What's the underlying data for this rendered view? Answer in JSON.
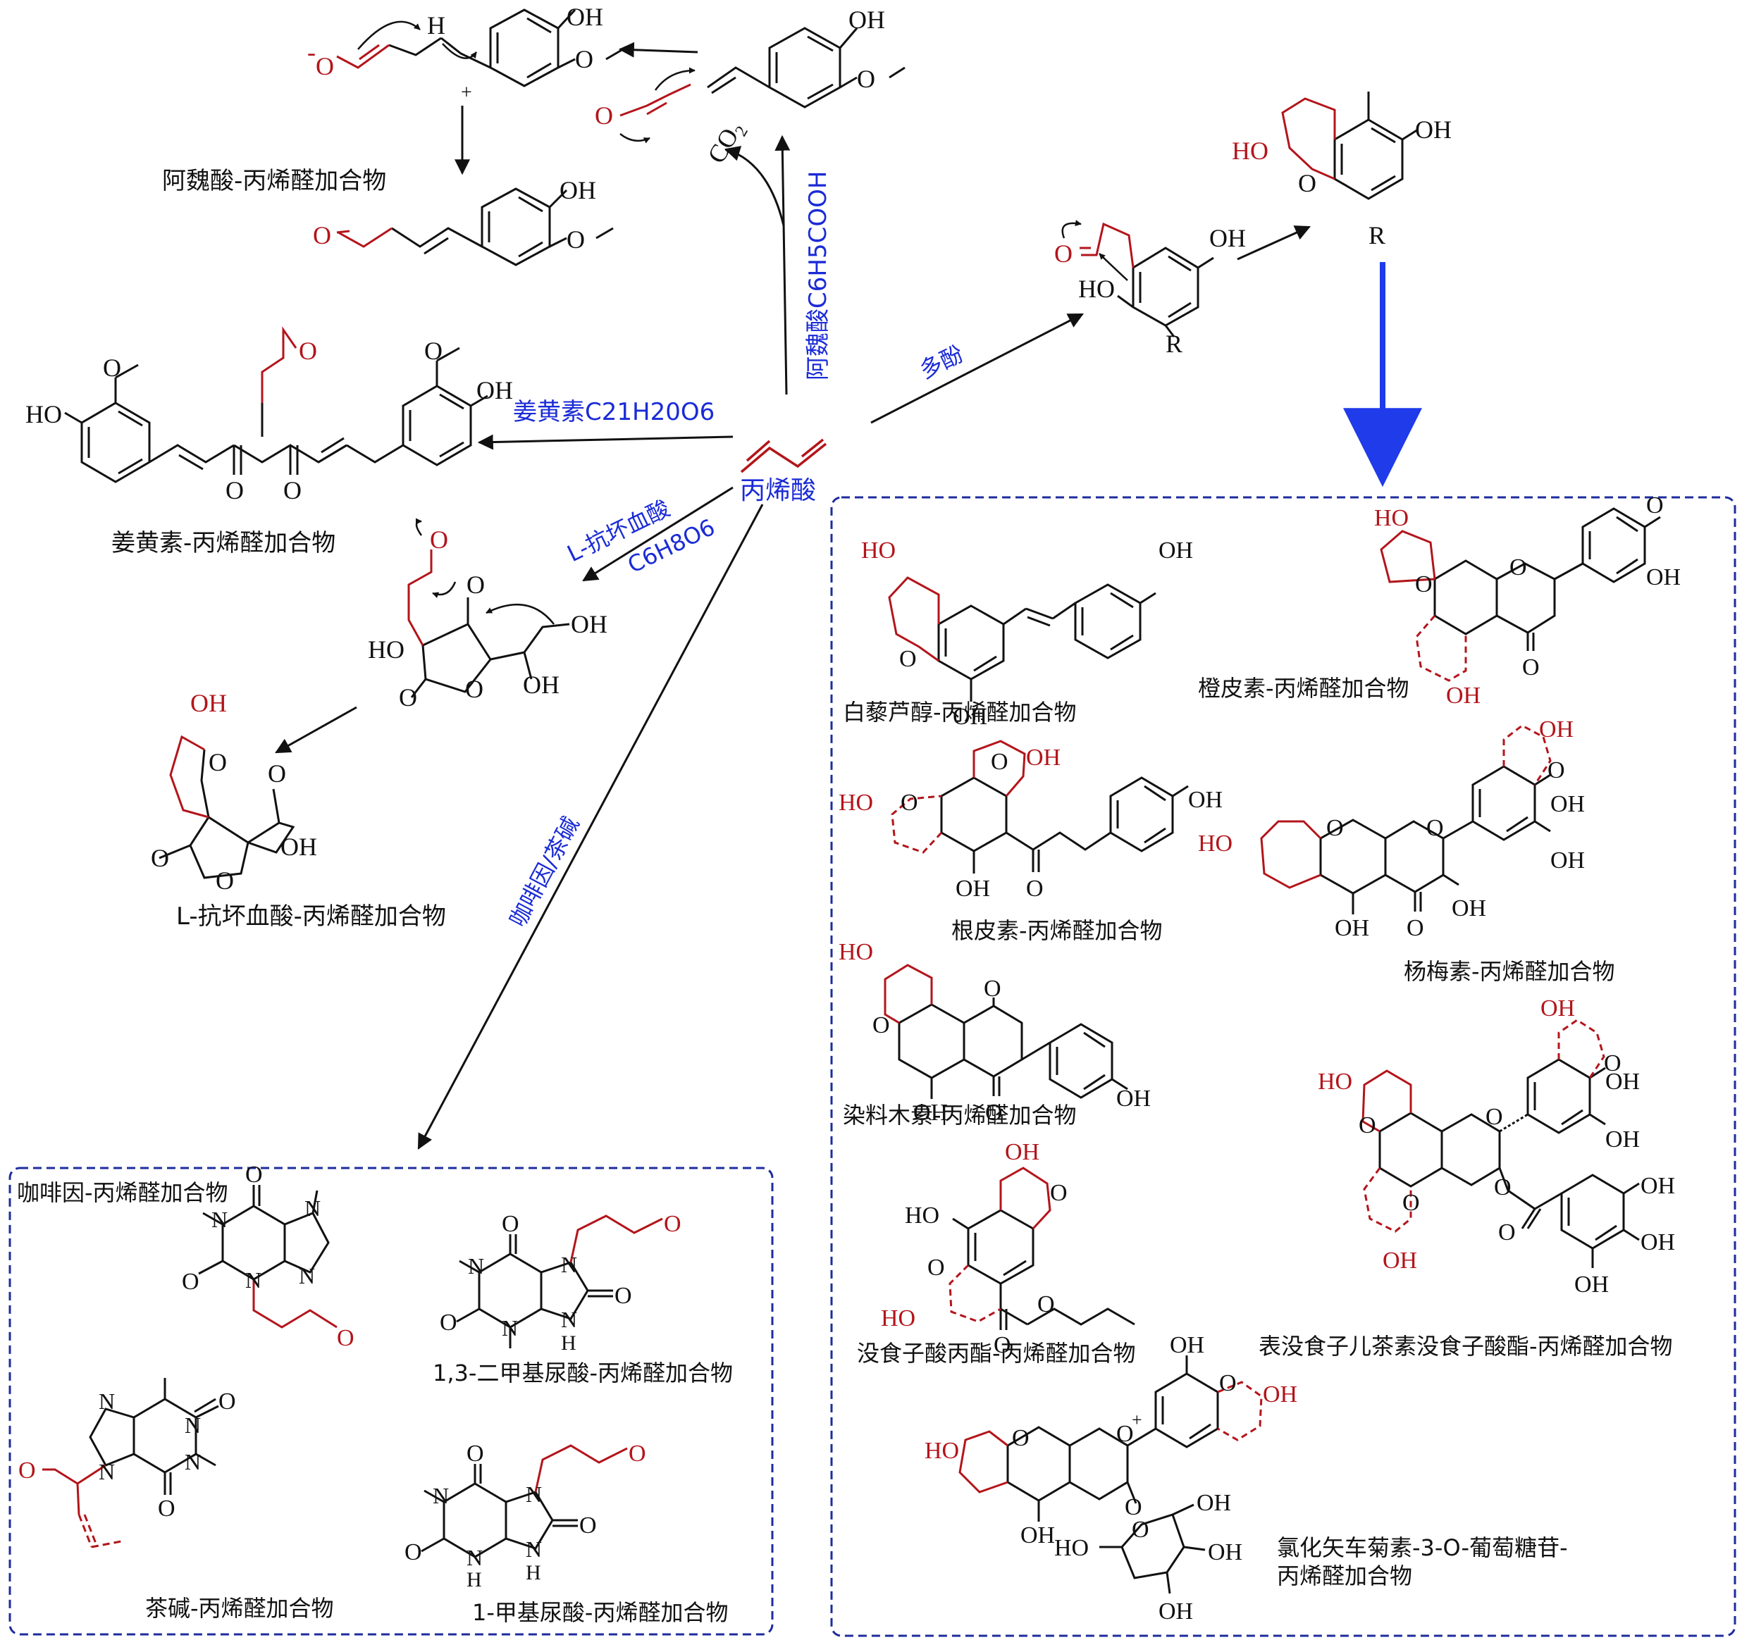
{
  "colors": {
    "bond": "#111111",
    "acrolein": "#b3151b",
    "reagent": "#1a2bd6",
    "box": "#1d2c9c",
    "bold_arrow": "#1f3bea"
  },
  "center": {
    "name": "丙烯酸"
  },
  "atoms": {
    "OH": "OH",
    "HO": "HO",
    "O": "O",
    "O_minus": "O",
    "minus": "-",
    "H": "H",
    "plus": "+",
    "N": "N",
    "NH": "N",
    "Hsub": "H",
    "R": "R",
    "Oplus": "O",
    "oplus_sign": "+",
    "CO": "CO",
    "CO_sub": "2",
    "OH_minus": "OH"
  },
  "ferulic": {
    "reagent": "阿魏酸C",
    "reagent_formula": "6H5COOH",
    "adduct_label": "阿魏酸-丙烯醛加合物"
  },
  "curcumin": {
    "reagent": "姜黄素C21H20O6",
    "adduct_label": "姜黄素-丙烯醛加合物"
  },
  "ascorbic": {
    "reagent1": "L-抗坏血酸",
    "reagent2": "C6H8O6",
    "adduct_label": "L-抗坏血酸-丙烯醛加合物"
  },
  "polyphenol": {
    "reagent": "多酚"
  },
  "caffeine_path": {
    "reagent": "咖啡因/茶碱"
  },
  "purine_box": {
    "caffeine": "咖啡因-丙烯醛加合物",
    "dmua": "1,3-二甲基尿酸-丙烯醛加合物",
    "theophylline": "茶碱-丙烯醛加合物",
    "mua": "1-甲基尿酸-丙烯醛加合物"
  },
  "polyphenol_box": {
    "resveratrol": "白藜芦醇-丙烯醛加合物",
    "hesperetin": "橙皮素-丙烯醛加合物",
    "phloretin": "根皮素-丙烯醛加合物",
    "myricetin": "杨梅素-丙烯醛加合物",
    "genistein": "染料木素-丙烯醛加合物",
    "egcg": "表没食子儿茶素没食子酸酯-丙烯醛加合物",
    "propyl_gallate": "没食子酸丙酯-丙烯醛加合物",
    "cyanidin1": "氯化矢车菊素-3-O-葡萄糖苷-",
    "cyanidin2": "丙烯醛加合物"
  }
}
